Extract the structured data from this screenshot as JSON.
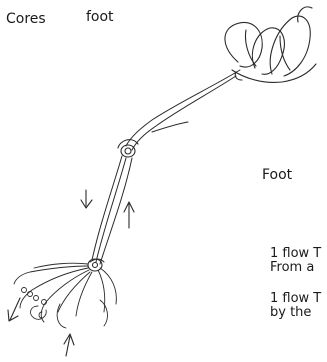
{
  "labels": {
    "top_left": "Cores",
    "top_mid": "foot",
    "right_mid": "Foot"
  },
  "notes": [
    {
      "line1": "1 flow T",
      "line2": "From a"
    },
    {
      "line1": "1 flow T",
      "line2": "by the"
    }
  ],
  "colors": {
    "ink": "#2a2a2a",
    "background": "#ffffff"
  }
}
